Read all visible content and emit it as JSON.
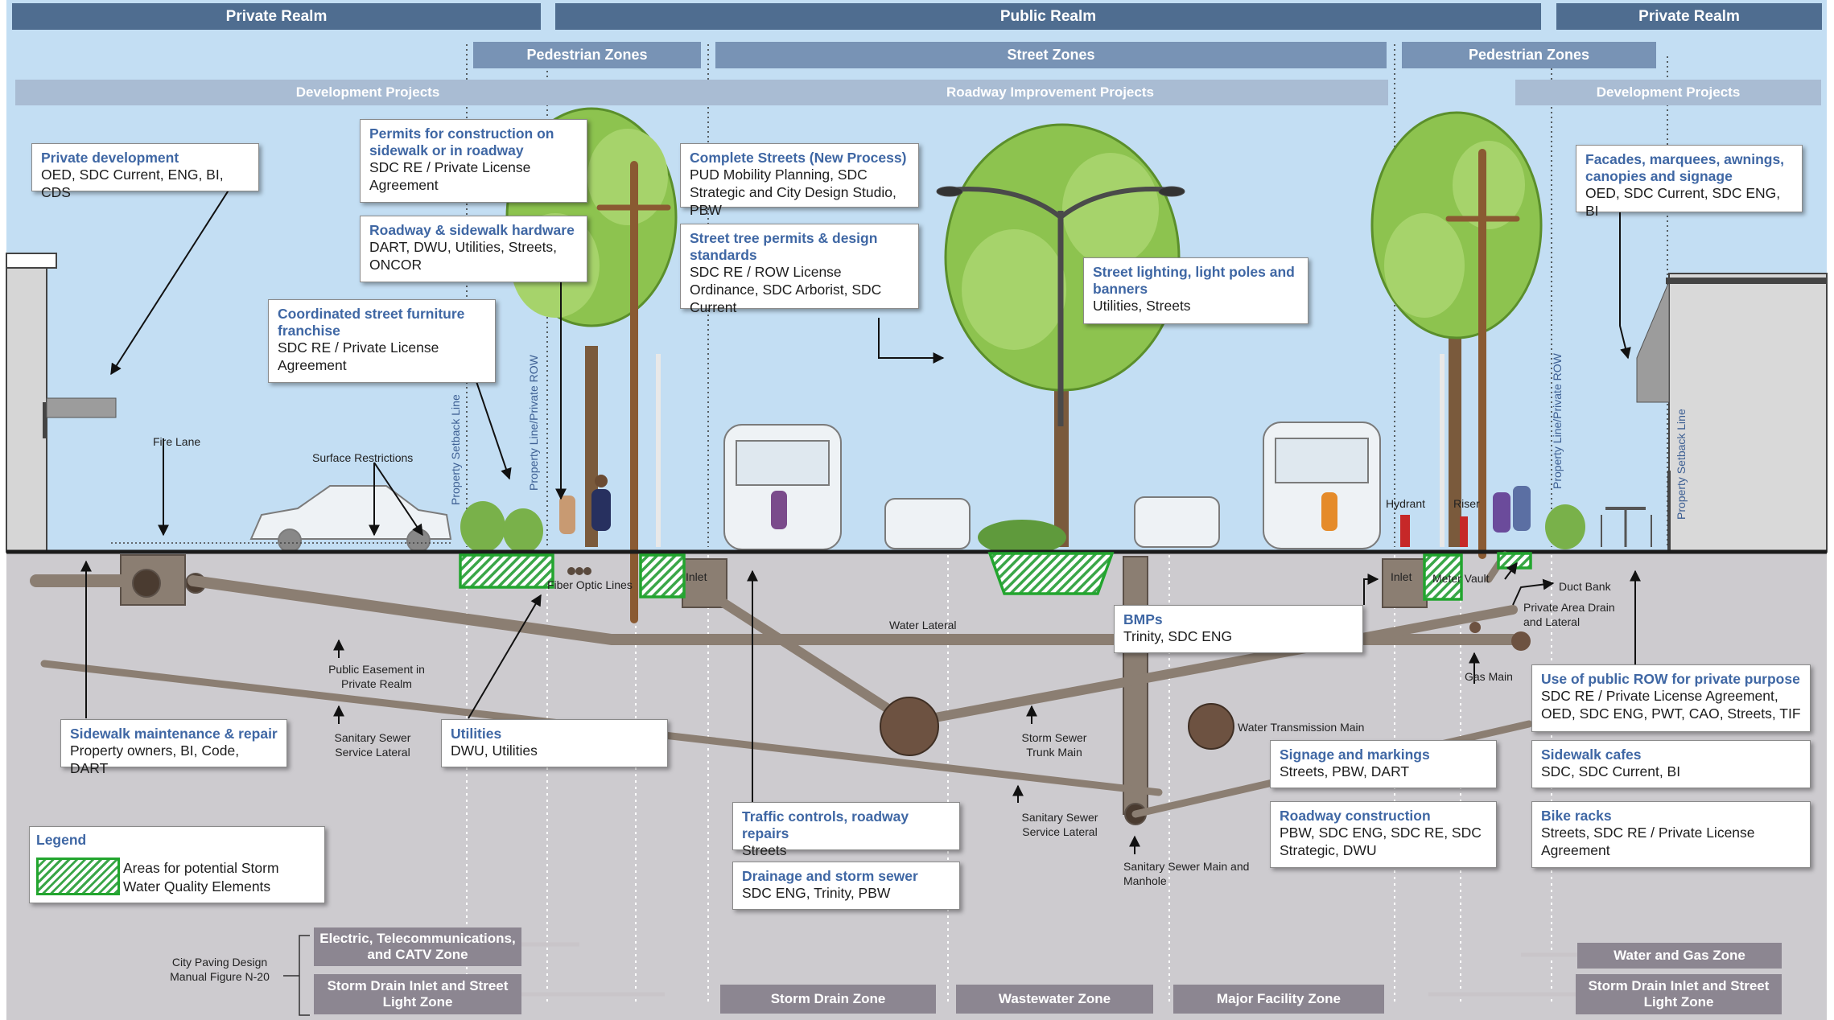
{
  "bands": {
    "realm_left": "Private Realm",
    "realm_center": "Public Realm",
    "realm_right": "Private Realm",
    "ped_left": "Pedestrian Zones",
    "street": "Street Zones",
    "ped_right": "Pedestrian Zones",
    "dev_left": "Development Projects",
    "roadway": "Roadway Improvement Projects",
    "dev_right": "Development Projects"
  },
  "callouts": {
    "private_dev": {
      "title": "Private development",
      "desc": "OED, SDC Current, ENG, BI, CDS"
    },
    "permits": {
      "title": "Permits for construction on sidewalk or in roadway",
      "desc": "SDC RE / Private License Agreement"
    },
    "hardware": {
      "title": "Roadway & sidewalk hardware",
      "desc": "DART, DWU, Utilities, Streets, ONCOR"
    },
    "furniture": {
      "title": "Coordinated street furniture franchise",
      "desc": "SDC RE / Private License Agreement"
    },
    "complete_streets": {
      "title": "Complete Streets (New Process)",
      "desc": "PUD Mobility Planning, SDC Strategic and City Design Studio, PBW"
    },
    "tree_permits": {
      "title": "Street tree permits & design standards",
      "desc": "SDC RE / ROW License Ordinance, SDC Arborist, SDC Current"
    },
    "lighting": {
      "title": "Street lighting, light poles and banners",
      "desc": "Utilities, Streets"
    },
    "facades": {
      "title": "Facades, marquees, awnings, canopies and signage",
      "desc": "OED, SDC Current, SDC ENG, BI"
    },
    "bmps": {
      "title": "BMPs",
      "desc": "Trinity, SDC ENG"
    },
    "public_row": {
      "title": "Use of public ROW for private purpose",
      "desc": "SDC RE / Private License Agreement, OED, SDC ENG, PWT, CAO, Streets, TIF"
    },
    "sidewalk_maint": {
      "title": "Sidewalk maintenance & repair",
      "desc": "Property owners, BI, Code, DART"
    },
    "utilities": {
      "title": "Utilities",
      "desc": "DWU, Utilities"
    },
    "signage": {
      "title": "Signage and markings",
      "desc": "Streets, PBW, DART"
    },
    "sidewalk_cafes": {
      "title": "Sidewalk cafes",
      "desc": "SDC, SDC Current, BI"
    },
    "traffic": {
      "title": "Traffic controls, roadway repairs",
      "desc": "Streets"
    },
    "roadway_constr": {
      "title": "Roadway construction",
      "desc": "PBW, SDC ENG, SDC RE, SDC Strategic, DWU"
    },
    "bike_racks": {
      "title": "Bike racks",
      "desc": "Streets, SDC RE / Private License Agreement"
    },
    "drainage": {
      "title": "Drainage and storm sewer",
      "desc": "SDC ENG, Trinity, PBW"
    }
  },
  "legend": {
    "title": "Legend",
    "desc": "Areas for potential Storm Water Quality Elements"
  },
  "labels": {
    "fire_lane": "Fire Lane",
    "surface": "Surface Restrictions",
    "setback_left": "Property Setback Line",
    "row_left": "Property Line/Private ROW",
    "row_right": "Property Line/Private ROW",
    "setback_right": "Property Setback Line",
    "fiber": "Fiber Optic Lines",
    "inlet_left": "Inlet",
    "inlet_right": "Inlet",
    "hydrant": "Hydrant",
    "riser": "Riser",
    "vault": "Meter Vault",
    "duct": "Duct Bank",
    "private_drain": "Private Area Drain and Lateral",
    "water_lateral": "Water Lateral",
    "public_easement": "Public Easement in Private Realm",
    "sanitary_left": "Sanitary Sewer Service Lateral",
    "storm_trunk": "Storm Sewer Trunk Main",
    "water_trans": "Water Transmission Main",
    "gas_main": "Gas Main",
    "sanitary_center": "Sanitary Sewer Service Lateral",
    "sanitary_main": "Sanitary Sewer Main and Manhole",
    "manual": "City Paving Design Manual Figure N-20"
  },
  "zones": {
    "electric": "Electric, Telecommunications, and CATV Zone",
    "storm_inlet_left": "Storm Drain Inlet and Street Light Zone",
    "storm_drain": "Storm Drain Zone",
    "wastewater": "Wastewater Zone",
    "major": "Major Facility Zone",
    "water_gas": "Water and Gas Zone",
    "storm_inlet_right": "Storm Drain Inlet and Street Light Zone"
  },
  "colors": {
    "band_dark": "#4f6d90",
    "band_mid": "#7893b5",
    "band_light": "#a9bcd3",
    "sky": "#c3def3",
    "ground": "#cdcbcf",
    "title_blue": "#3f67a4",
    "storm_green": "#22a52e",
    "zone_grey": "#8c8691",
    "tree_green": "#8dc34f"
  }
}
